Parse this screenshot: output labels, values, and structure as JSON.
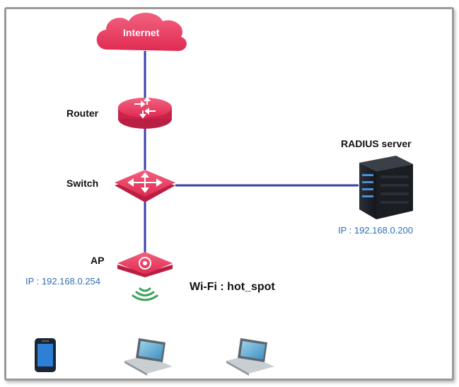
{
  "nodes": {
    "internet": "Internet",
    "router": "Router",
    "switch": "Switch",
    "ap": "AP",
    "radius": "RADIUS server"
  },
  "addresses": {
    "ap_ip": "IP : 192.168.0.254",
    "radius_ip": "IP : 192.168.0.200"
  },
  "wifi": {
    "ssid_label": "Wi-Fi : hot_spot"
  },
  "colors": {
    "device": "#e8335a",
    "link": "#3a3fa8",
    "ip_text": "#2e6db5",
    "wifi_icon": "#3aa35a"
  }
}
